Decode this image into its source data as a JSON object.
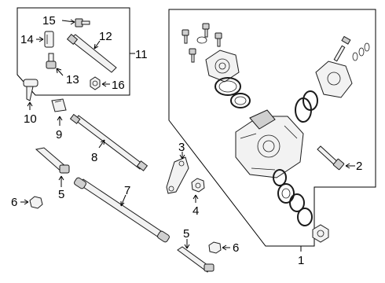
{
  "callouts": {
    "c1": "1",
    "c2": "2",
    "c3": "3",
    "c4": "4",
    "c5a": "5",
    "c5b": "5",
    "c6a": "6",
    "c6b": "6",
    "c7": "7",
    "c8": "8",
    "c9": "9",
    "c10": "10",
    "c11": "11",
    "c12": "12",
    "c13": "13",
    "c14": "14",
    "c15": "15",
    "c16": "16"
  }
}
